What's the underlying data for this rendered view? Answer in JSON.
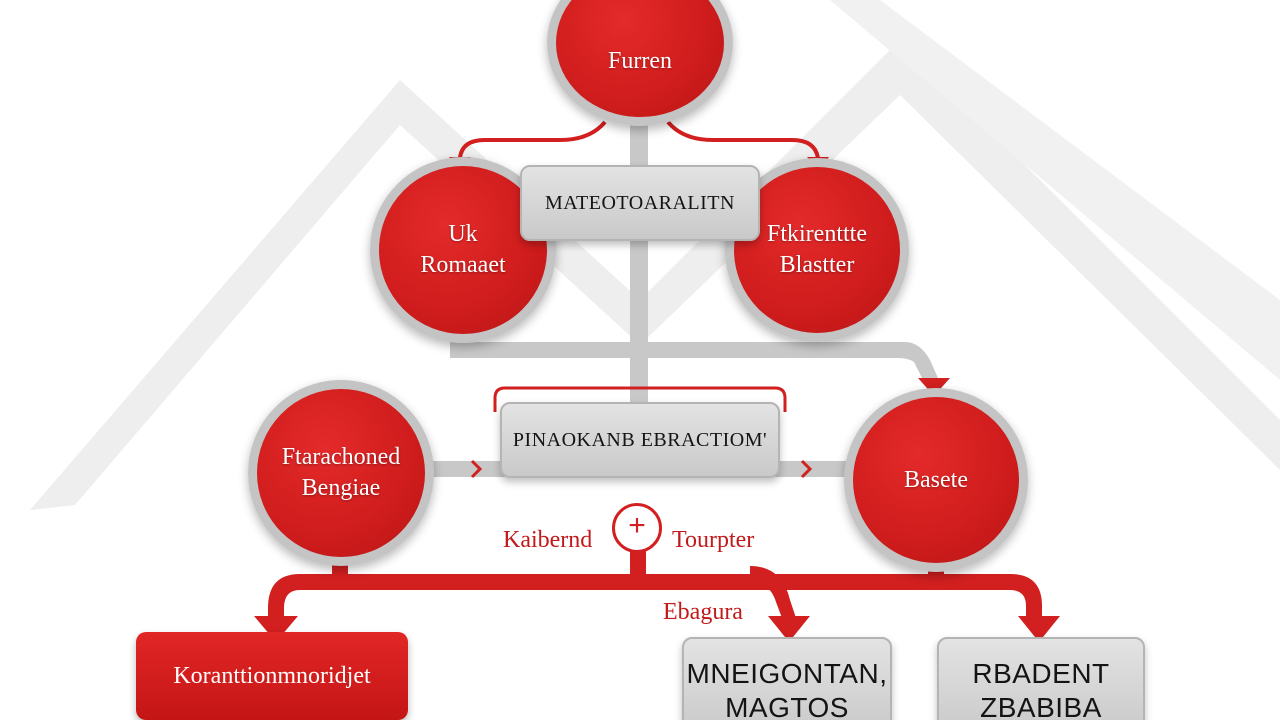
{
  "colors": {
    "accent_red": "#d21f1f",
    "node_grey": "#c4c4c4",
    "text_dark": "#141414",
    "watermark": "#eeeeee"
  },
  "nodes": {
    "top": {
      "label": "Furren"
    },
    "mid_left": {
      "label": "Uk\nRomaaet"
    },
    "mid_center": {
      "label": "MATEOTOARALITN"
    },
    "mid_right": {
      "label": "Ftkirenttte\nBlastter"
    },
    "center_box": {
      "label": "PINAOKANB EBRACTIOM'"
    },
    "left": {
      "label": "Ftarachoned\nBengiae"
    },
    "right": {
      "label": "Basete"
    },
    "bottom_left": {
      "label": "Koranttionmnoridjet"
    },
    "bottom_center": {
      "label": "MNEIGONTAN,\nMAGTOS"
    },
    "bottom_right": {
      "label": "RBADENT\nZBABIBA"
    }
  },
  "labels": {
    "left_annotation": "Kaibernd",
    "right_annotation": "Tourpter",
    "bottom_annotation": "Ebagura",
    "plus_symbol": "+"
  },
  "icons": {
    "plus": "plus-circle-icon",
    "arrow": "arrowhead-icon",
    "background": "mountain-watermark-icon"
  }
}
